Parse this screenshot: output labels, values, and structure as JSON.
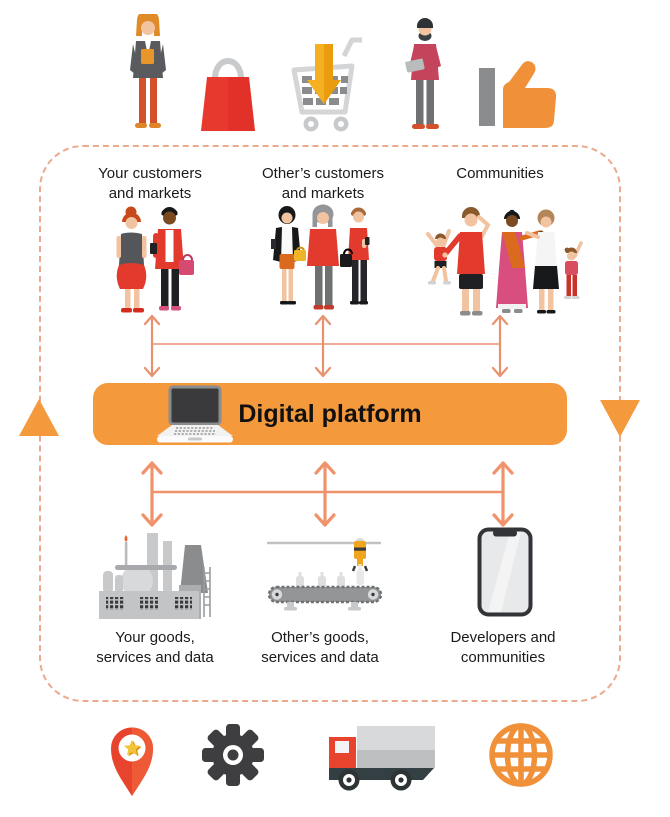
{
  "diagram": {
    "title_hint": "Digital platform ecosystem diagram",
    "platform": {
      "label": "Digital platform",
      "icon": "laptop-icon"
    },
    "upper_nodes": [
      {
        "label": "Your customers\nand markets",
        "icon": "customers-group-icon"
      },
      {
        "label": "Other’s customers\nand markets",
        "icon": "other-customers-group-icon"
      },
      {
        "label": "Communities",
        "icon": "communities-group-icon"
      }
    ],
    "lower_nodes": [
      {
        "label": "Your goods,\nservices and data",
        "icon": "factory-icon"
      },
      {
        "label": "Other’s goods,\nservices and data",
        "icon": "conveyor-belt-icon"
      },
      {
        "label": "Developers and\ncommunities",
        "icon": "smartphone-icon"
      }
    ],
    "top_icon_strip": [
      {
        "name": "person-with-notebook-icon"
      },
      {
        "name": "shopping-bag-icon"
      },
      {
        "name": "cart-with-download-arrow-icon"
      },
      {
        "name": "person-with-tablet-icon"
      },
      {
        "name": "thumbs-up-icon"
      }
    ],
    "bottom_icon_strip": [
      {
        "name": "location-pin-star-icon"
      },
      {
        "name": "gear-icon"
      },
      {
        "name": "delivery-truck-icon"
      },
      {
        "name": "globe-icon"
      }
    ],
    "side_markers": [
      {
        "name": "up-triangle",
        "side": "left"
      },
      {
        "name": "down-triangle",
        "side": "right"
      }
    ],
    "colors": {
      "accent_orange": "#F4993C",
      "connector_salmon": "#E8916E",
      "connector_salmon_strong": "#F0926A",
      "frame_dash": "#ECA98C",
      "illustration_red": "#E23B2E"
    }
  }
}
